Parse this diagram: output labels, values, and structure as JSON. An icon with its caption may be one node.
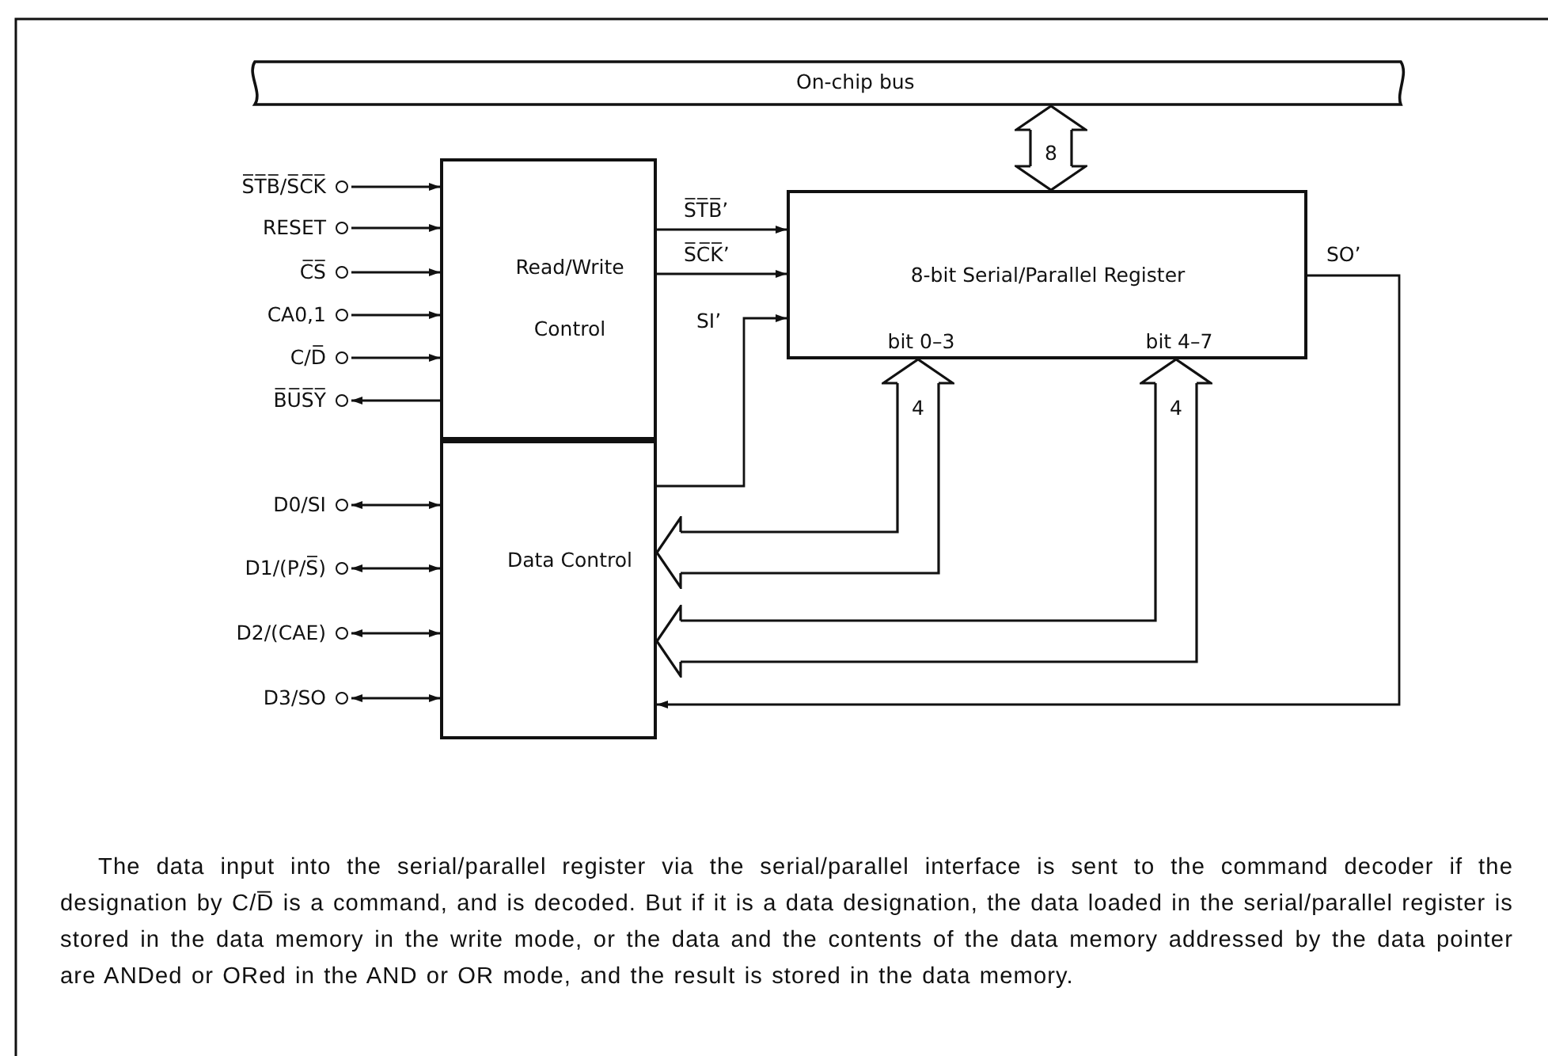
{
  "diagram": {
    "caption": "The data input into the serial/parallel register via the serial/parallel interface is sent to the command decoder if the designation by C/D̅ is a command, and is decoded. But if it is a data designation, the data loaded in the serial/parallel register is stored in the data memory in the write mode, or the data and the contents of the data memory addressed by the data pointer are ANDed or ORed in the AND or OR mode, and the result is stored in the data memory.",
    "nodes": [
      {
        "text": [
          "On-chip bus"
        ]
      },
      {
        "text": [
          "Read/Write Control"
        ]
      },
      {
        "text": [
          "Data Control"
        ]
      },
      {
        "text": [
          "8-bit Serial/Parallel Register",
          "bit 0–3",
          "bit 4–7"
        ]
      },
      {
        "text": [
          "S̅T̅B̅/S̅C̅K̅"
        ]
      },
      {
        "text": [
          "RESET"
        ]
      },
      {
        "text": [
          "C̅S̅"
        ]
      },
      {
        "text": [
          "CA0,1"
        ]
      },
      {
        "text": [
          "C/D̅"
        ]
      },
      {
        "text": [
          "B̅U̅S̅Y̅"
        ]
      },
      {
        "text": [
          "D0/SI"
        ]
      },
      {
        "text": [
          "D1/(P/S̅)"
        ]
      },
      {
        "text": [
          "D2/(CAE)"
        ]
      },
      {
        "text": [
          "D3/SO"
        ]
      }
    ],
    "edges": [
      {
        "from": 4,
        "to": 1,
        "arrow": "to"
      },
      {
        "from": 5,
        "to": 1,
        "arrow": "to"
      },
      {
        "from": 6,
        "to": 1,
        "arrow": "to"
      },
      {
        "from": 7,
        "to": 1,
        "arrow": "to"
      },
      {
        "from": 8,
        "to": 1,
        "arrow": "to"
      },
      {
        "from": 1,
        "to": 9,
        "arrow": "to"
      },
      {
        "from": 10,
        "to": 2,
        "arrow": "both"
      },
      {
        "from": 11,
        "to": 2,
        "arrow": "both"
      },
      {
        "from": 12,
        "to": 2,
        "arrow": "both"
      },
      {
        "from": 13,
        "to": 2,
        "arrow": "both"
      },
      {
        "from": 1,
        "to": 3,
        "arrow": "to",
        "label": "S̅T̅B̅’"
      },
      {
        "from": 1,
        "to": 3,
        "arrow": "to",
        "label": "S̅C̅K̅’"
      },
      {
        "from": 2,
        "to": 3,
        "arrow": "to",
        "label": "SI’"
      },
      {
        "from": 0,
        "to": 3,
        "arrow": "both",
        "label": "8",
        "style": "thick"
      },
      {
        "from": 3,
        "to": 2,
        "arrow": "both",
        "label": "4",
        "style": "thick"
      },
      {
        "from": 3,
        "to": 2,
        "arrow": "both",
        "label": "4",
        "style": "thick"
      },
      {
        "from": 3,
        "to": 2,
        "arrow": "to",
        "label": "SO’"
      }
    ]
  }
}
